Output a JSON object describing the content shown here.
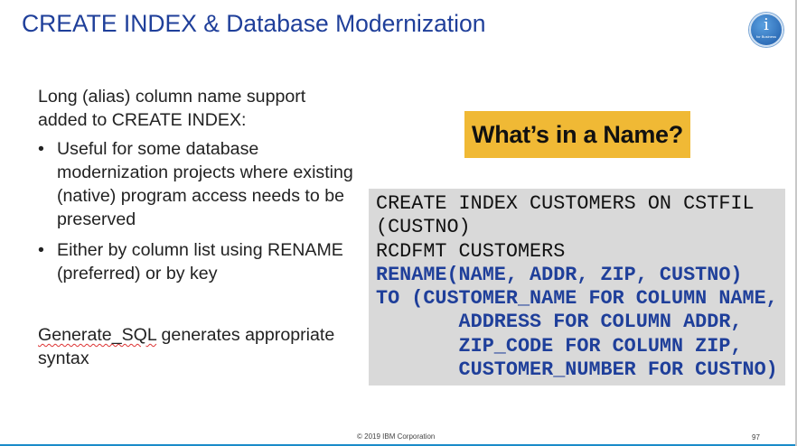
{
  "header": {
    "title": "CREATE INDEX & Database Modernization",
    "logo_text": "i",
    "logo_subtext": "for Business"
  },
  "left": {
    "intro": "Long (alias) column name support added to CREATE INDEX:",
    "bullets": [
      "Useful for some database modernization projects where existing (native) program access needs to be preserved",
      "Either by column list using RENAME (preferred) or by key"
    ],
    "generate_word": "Generate_SQL",
    "generate_rest": " generates appropriate syntax"
  },
  "banner": "What’s in a Name?",
  "code": {
    "plain": [
      "CREATE INDEX CUSTOMERS ON CSTFIL",
      "(CUSTNO)",
      "RCDFMT CUSTOMERS"
    ],
    "highlight": [
      "RENAME(NAME, ADDR, ZIP, CUSTNO)",
      "TO (CUSTOMER_NAME FOR COLUMN NAME,",
      "       ADDRESS FOR COLUMN ADDR,",
      "       ZIP_CODE FOR COLUMN ZIP,",
      "       CUSTOMER_NUMBER FOR CUSTNO)"
    ]
  },
  "footer": {
    "copyright": "© 2019 IBM Corporation",
    "page": "97"
  },
  "colors": {
    "title": "#1f3f9a",
    "banner": "#f0b935",
    "code_bg": "#d9d9d9",
    "footer_line": "#1a8bc9"
  }
}
